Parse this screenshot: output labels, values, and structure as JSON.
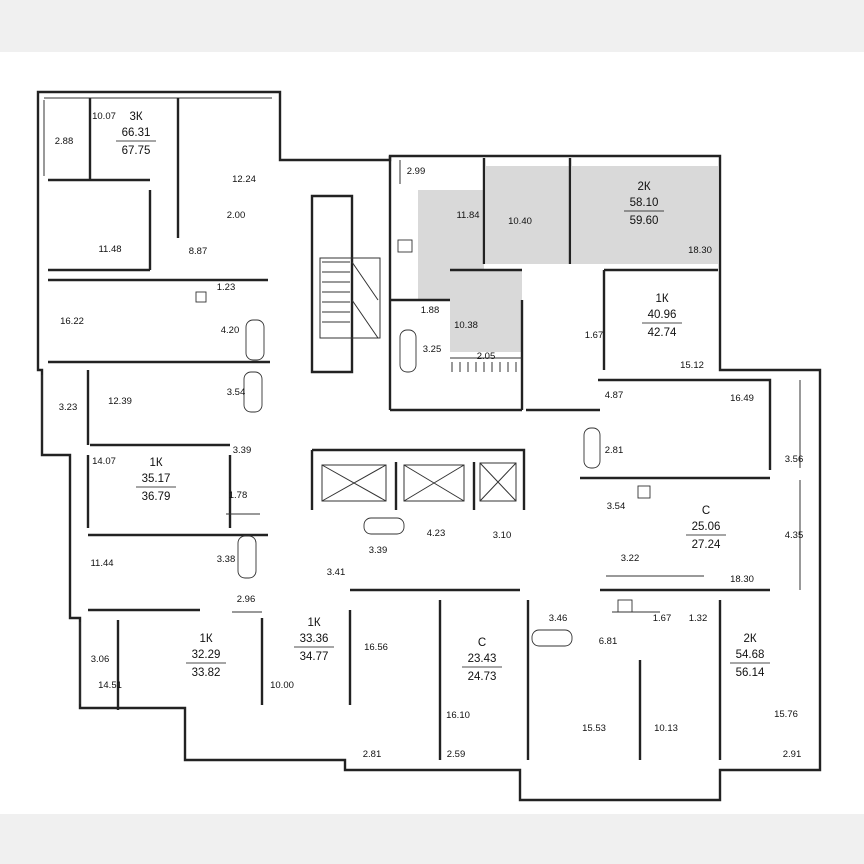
{
  "colors": {
    "background": "#f0f0f0",
    "sheet": "#ffffff",
    "wall": "#222222",
    "highlight": "#d9d9d9"
  },
  "apartments": [
    {
      "id": "apt-3k",
      "type": "3К",
      "living_area": "66.31",
      "total_area": "67.75"
    },
    {
      "id": "apt-2k-top",
      "type": "2К",
      "living_area": "58.10",
      "total_area": "59.60"
    },
    {
      "id": "apt-1k-right",
      "type": "1К",
      "living_area": "40.96",
      "total_area": "42.74"
    },
    {
      "id": "apt-1k-left",
      "type": "1К",
      "living_area": "35.17",
      "total_area": "36.79"
    },
    {
      "id": "apt-c-right",
      "type": "С",
      "living_area": "25.06",
      "total_area": "27.24"
    },
    {
      "id": "apt-1k-bottom-left",
      "type": "1К",
      "living_area": "32.29",
      "total_area": "33.82"
    },
    {
      "id": "apt-1k-bottom-mid",
      "type": "1К",
      "living_area": "33.36",
      "total_area": "34.77"
    },
    {
      "id": "apt-c-bottom",
      "type": "С",
      "living_area": "23.43",
      "total_area": "24.73"
    },
    {
      "id": "apt-2k-bottom",
      "type": "2К",
      "living_area": "54.68",
      "total_area": "56.14"
    }
  ],
  "rooms": [
    "10.07",
    "2.88",
    "12.24",
    "2.00",
    "11.48",
    "8.87",
    "1.23",
    "16.22",
    "4.20",
    "3.23",
    "12.39",
    "3.54",
    "14.07",
    "3.39",
    "1.78",
    "11.44",
    "3.38",
    "2.96",
    "3.06",
    "14.51",
    "10.00",
    "2.99",
    "11.84",
    "10.40",
    "18.30",
    "1.88",
    "10.38",
    "3.25",
    "2.05",
    "1.67",
    "15.12",
    "4.87",
    "16.49",
    "2.81",
    "3.56",
    "3.54",
    "4.35",
    "3.22",
    "18.30",
    "4.23",
    "3.10",
    "3.39",
    "3.41",
    "16.56",
    "16.10",
    "3.46",
    "6.81",
    "1.67",
    "1.32",
    "15.53",
    "10.13",
    "15.76",
    "2.81",
    "2.59",
    "2.91"
  ]
}
